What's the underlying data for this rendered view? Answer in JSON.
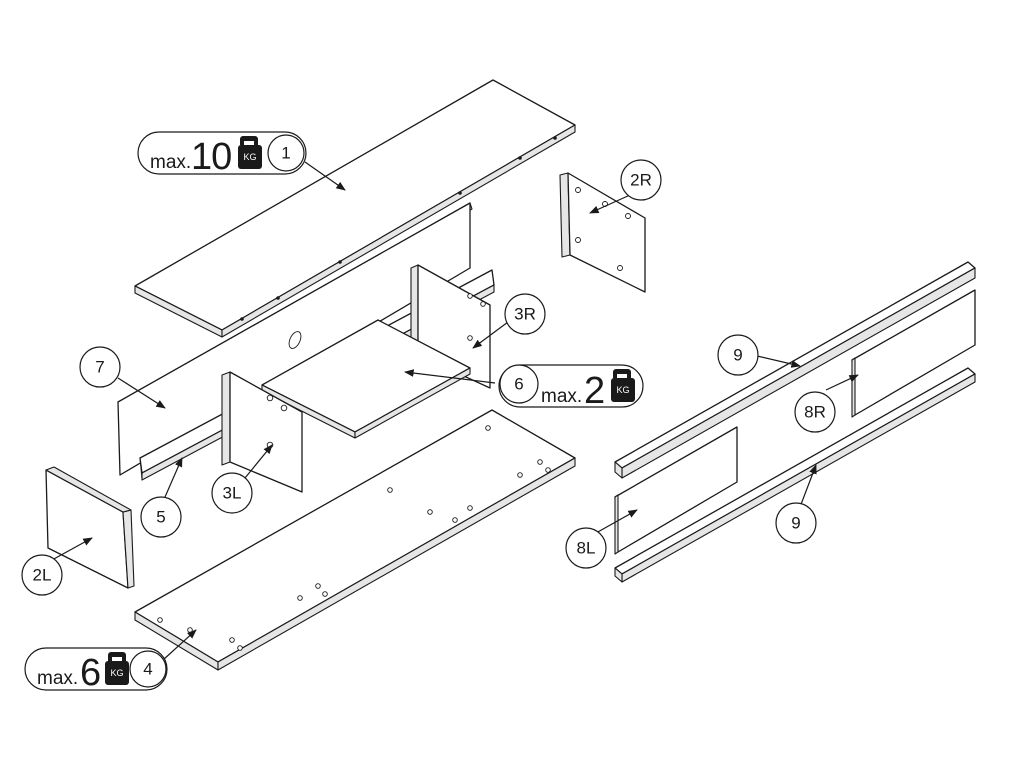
{
  "callouts": {
    "c1": "1",
    "c2R": "2R",
    "c2L": "2L",
    "c3R": "3R",
    "c3L": "3L",
    "c4": "4",
    "c5": "5",
    "c6": "6",
    "c7": "7",
    "c8R": "8R",
    "c8L": "8L",
    "c9a": "9",
    "c9b": "9"
  },
  "weight_limits": {
    "top": {
      "prefix": "max.",
      "value": "10",
      "unit": "KG"
    },
    "shelf": {
      "prefix": "max.",
      "value": "2",
      "unit": "KG"
    },
    "bottom": {
      "prefix": "max.",
      "value": "6",
      "unit": "KG"
    }
  },
  "icons": {
    "weight": "kettlebell-weight-icon"
  }
}
